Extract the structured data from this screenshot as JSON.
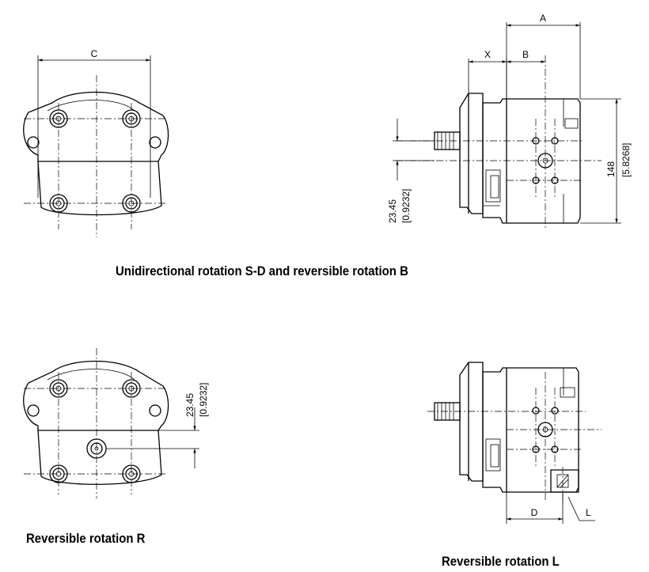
{
  "captions": {
    "top": "Unidirectional rotation S-D and reversible rotation B",
    "bottom_left": "Reversible rotation R",
    "bottom_right": "Reversible rotation L"
  },
  "dimensions": {
    "a": "A",
    "b": "B",
    "c": "C",
    "x": "X",
    "d": "D",
    "l": "L",
    "height_mm": "148",
    "height_in": "[5.8268]",
    "offset_mm": "23.45",
    "offset_in": "[0.9232]"
  }
}
